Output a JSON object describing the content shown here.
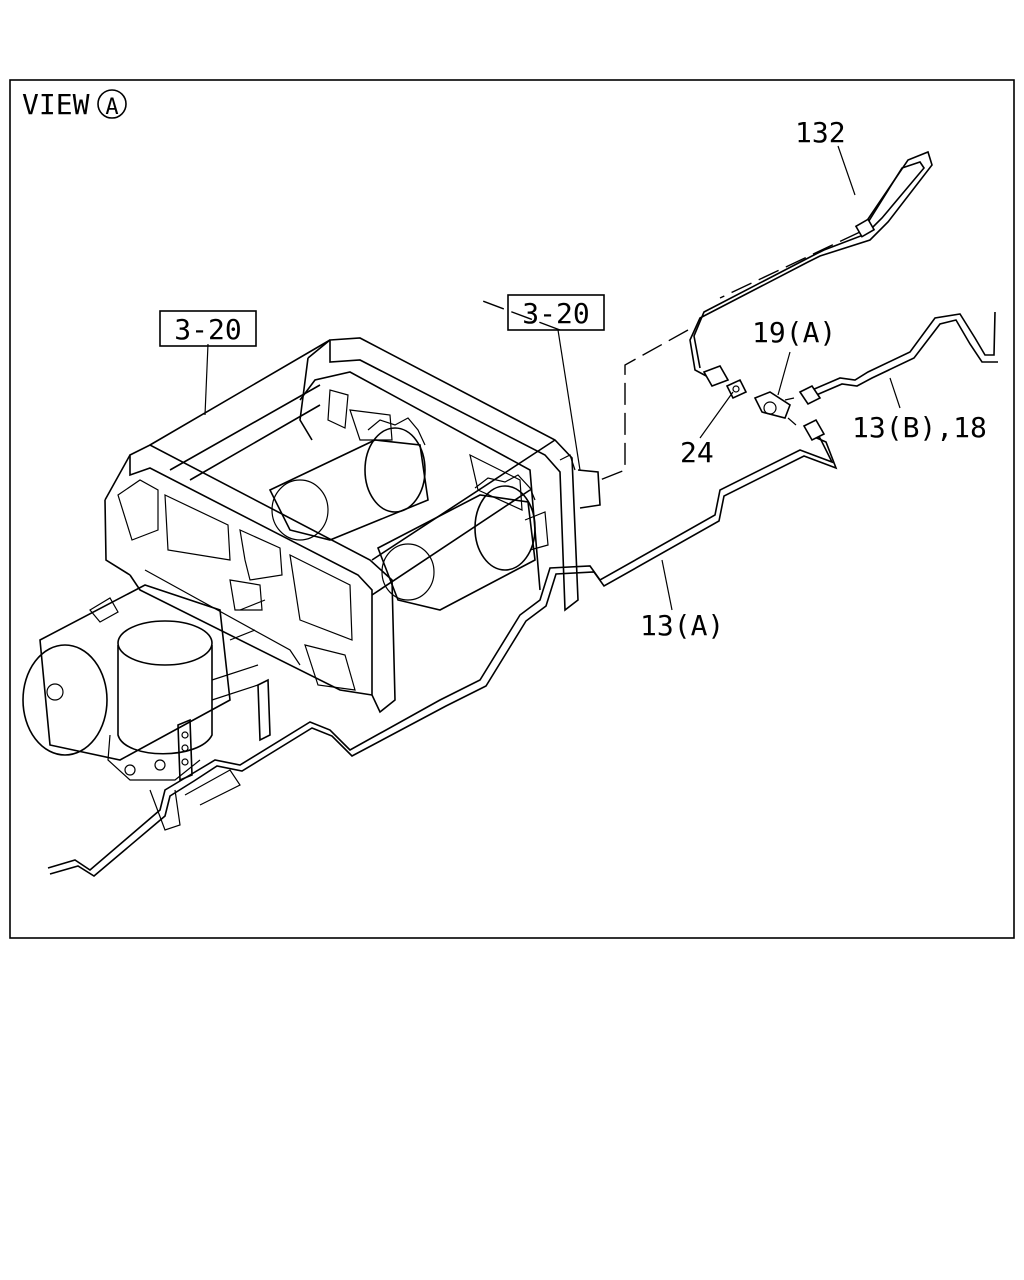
{
  "view": {
    "prefix": "VIEW",
    "letter": "A"
  },
  "callouts": {
    "ref_left": "3-20",
    "ref_right": "3-20",
    "pipe_top": "132",
    "tee": "19(A)",
    "nut": "24",
    "pipe_right": "13(B),18",
    "pipe_main": "13(A)"
  },
  "colors": {
    "ink": "#000000",
    "paper": "#ffffff"
  }
}
